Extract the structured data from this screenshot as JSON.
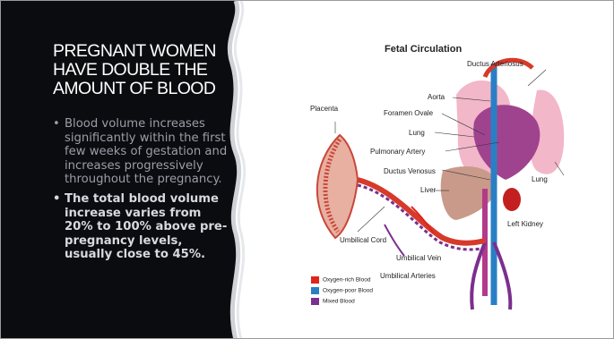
{
  "slide": {
    "title": "PREGNANT WOMEN HAVE DOUBLE THE AMOUNT OF BLOOD",
    "bullets": [
      {
        "text": "Blood volume increases significantly within the first few weeks of gestation and increases progressively throughout the pregnancy."
      },
      {
        "text": "The total blood volume increase varies from 20% to 100% above pre-pregnancy levels, usually close to 45%."
      }
    ],
    "bullet_marker": "•",
    "colors": {
      "panel": "#0b0c10",
      "accent_wave": "#cfd3d8"
    }
  },
  "figure": {
    "title": "Fetal Circulation",
    "labels": {
      "ductus_arteriosus": "Ductus Arteriosus",
      "aorta": "Aorta",
      "foramen_ovale": "Foramen Ovale",
      "lung_left": "Lung",
      "pulmonary_artery": "Pulmonary Artery",
      "ductus_venosus": "Ductus Venosus",
      "liver": "Liver",
      "lung_right": "Lung",
      "left_kidney": "Left Kidney",
      "umbilical_cord": "Umbilical Cord",
      "umbilical_vein": "Umbilical Vein",
      "umbilical_arteries": "Umbilical Arteries",
      "placenta": "Placenta"
    },
    "legend": [
      {
        "label": "Oxygen-rich Blood",
        "color": "#e0251b"
      },
      {
        "label": "Oxygen-poor Blood",
        "color": "#2a7fc4"
      },
      {
        "label": "Mixed Blood",
        "color": "#7b2f8e"
      }
    ]
  }
}
